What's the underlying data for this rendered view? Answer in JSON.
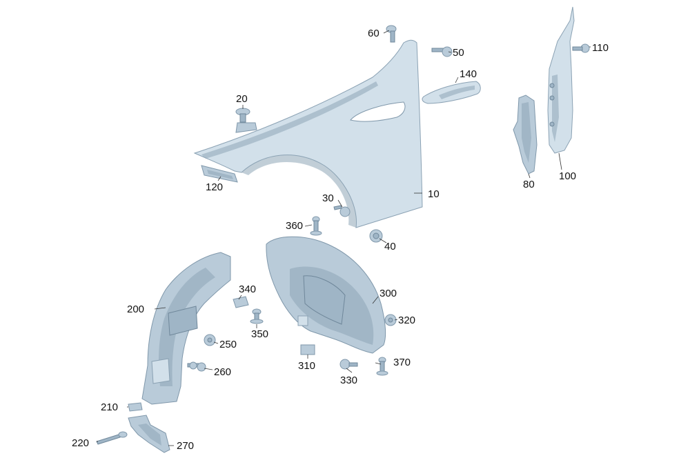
{
  "labels": {
    "p10": "10",
    "p20": "20",
    "p30": "30",
    "p40": "40",
    "p50": "50",
    "p60": "60",
    "p80": "80",
    "p100": "100",
    "p110": "110",
    "p120": "120",
    "p140": "140",
    "p200": "200",
    "p210": "210",
    "p220": "220",
    "p250": "250",
    "p260": "260",
    "p270": "270",
    "p300": "300",
    "p310": "310",
    "p320": "320",
    "p330": "330",
    "p340": "340",
    "p350": "350",
    "p360": "360",
    "p370": "370"
  },
  "colors": {
    "part_fill": "#b9cbd9",
    "part_stroke": "#7f97aa",
    "label_text": "#111111"
  }
}
